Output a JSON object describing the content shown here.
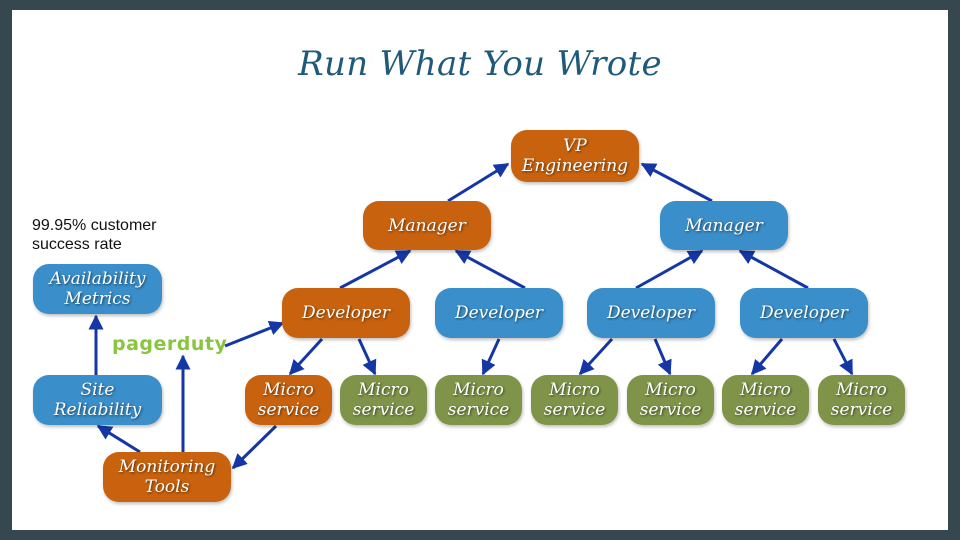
{
  "title": "Run What You Wrote",
  "note": [
    "99.95% customer",
    "success rate"
  ],
  "logo": {
    "text": "pagerduty",
    "color": "#8ac53f"
  },
  "colors": {
    "orange": "#c8620e",
    "blue": "#3a8ec9",
    "olive": "#7f9448",
    "arrow": "#1537a6",
    "frame": "#37474f",
    "title": "#1f5a7a"
  },
  "nodes": [
    {
      "id": "vp",
      "lines": [
        "VP",
        "Engineering"
      ],
      "color": "orange"
    },
    {
      "id": "mgr-left",
      "lines": [
        "Manager"
      ],
      "color": "orange"
    },
    {
      "id": "mgr-right",
      "lines": [
        "Manager"
      ],
      "color": "blue"
    },
    {
      "id": "dev-1",
      "lines": [
        "Developer"
      ],
      "color": "orange"
    },
    {
      "id": "dev-2",
      "lines": [
        "Developer"
      ],
      "color": "blue"
    },
    {
      "id": "dev-3",
      "lines": [
        "Developer"
      ],
      "color": "blue"
    },
    {
      "id": "dev-4",
      "lines": [
        "Developer"
      ],
      "color": "blue"
    },
    {
      "id": "ms-1",
      "lines": [
        "Micro",
        "service"
      ],
      "color": "orange"
    },
    {
      "id": "ms-2",
      "lines": [
        "Micro",
        "service"
      ],
      "color": "olive"
    },
    {
      "id": "ms-3",
      "lines": [
        "Micro",
        "service"
      ],
      "color": "olive"
    },
    {
      "id": "ms-4",
      "lines": [
        "Micro",
        "service"
      ],
      "color": "olive"
    },
    {
      "id": "ms-5",
      "lines": [
        "Micro",
        "service"
      ],
      "color": "olive"
    },
    {
      "id": "ms-6",
      "lines": [
        "Micro",
        "service"
      ],
      "color": "olive"
    },
    {
      "id": "ms-7",
      "lines": [
        "Micro",
        "service"
      ],
      "color": "olive"
    },
    {
      "id": "availability",
      "lines": [
        "Availability",
        "Metrics"
      ],
      "color": "blue"
    },
    {
      "id": "site-reliability",
      "lines": [
        "Site",
        "Reliability"
      ],
      "color": "blue"
    },
    {
      "id": "monitoring",
      "lines": [
        "Monitoring",
        "Tools"
      ],
      "color": "orange"
    }
  ],
  "edges": [
    {
      "from": "mgr-left",
      "to": "vp"
    },
    {
      "from": "mgr-right",
      "to": "vp"
    },
    {
      "from": "dev-1",
      "to": "mgr-left"
    },
    {
      "from": "dev-2",
      "to": "mgr-left"
    },
    {
      "from": "dev-3",
      "to": "mgr-right"
    },
    {
      "from": "dev-4",
      "to": "mgr-right"
    },
    {
      "from": "dev-1",
      "to": "ms-1"
    },
    {
      "from": "dev-1",
      "to": "ms-2"
    },
    {
      "from": "dev-2",
      "to": "ms-3"
    },
    {
      "from": "dev-3",
      "to": "ms-4"
    },
    {
      "from": "dev-3",
      "to": "ms-5"
    },
    {
      "from": "dev-4",
      "to": "ms-6"
    },
    {
      "from": "dev-4",
      "to": "ms-7"
    },
    {
      "from": "ms-1",
      "to": "monitoring"
    },
    {
      "from": "monitoring",
      "to": "site-reliability"
    },
    {
      "from": "monitoring",
      "to": "pagerduty"
    },
    {
      "from": "site-reliability",
      "to": "availability"
    },
    {
      "from": "pagerduty",
      "to": "dev-1"
    }
  ]
}
